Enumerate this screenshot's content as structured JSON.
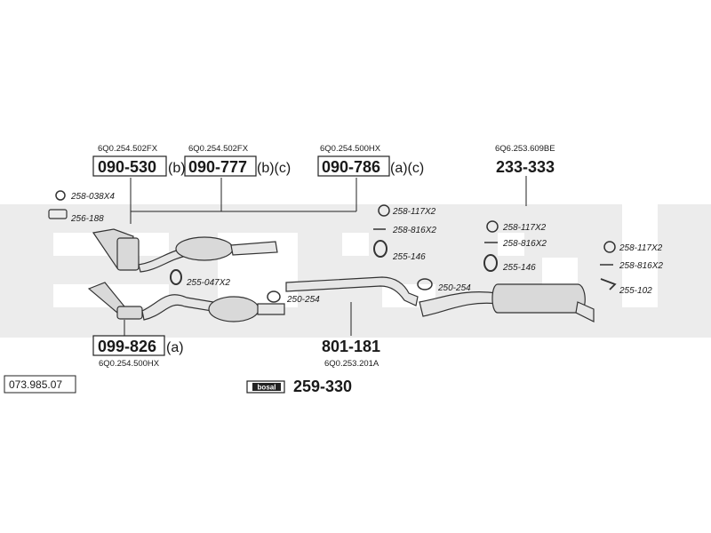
{
  "diagram_ref": "073.985.07",
  "brand": "bosal",
  "groups": [
    {
      "oe": "6Q0.254.502FX",
      "pn": "090-530",
      "suffix": "(b)"
    },
    {
      "oe": "6Q0.254.502FX",
      "pn": "090-777",
      "suffix": "(b)(c)"
    },
    {
      "oe": "6Q0.254.500HX",
      "pn": "090-786",
      "suffix": "(a)(c)"
    },
    {
      "oe": "6Q6.253.609BE",
      "pn": "233-333",
      "suffix": ""
    },
    {
      "oe": "6Q0.254.500HX",
      "pn": "099-826",
      "suffix": "(a)"
    },
    {
      "oe": "6Q0.253.201A",
      "pn": "801-181",
      "suffix": ""
    },
    {
      "oe": "",
      "pn": "259-330",
      "suffix": ""
    }
  ],
  "small_parts": [
    "258-038X4",
    "256-188",
    "255-047X2",
    "250-254",
    "258-117X2",
    "258-816X2",
    "255-146",
    "250-254",
    "258-117X2",
    "258-816X2",
    "255-146",
    "258-117X2",
    "258-816X2",
    "255-102"
  ]
}
